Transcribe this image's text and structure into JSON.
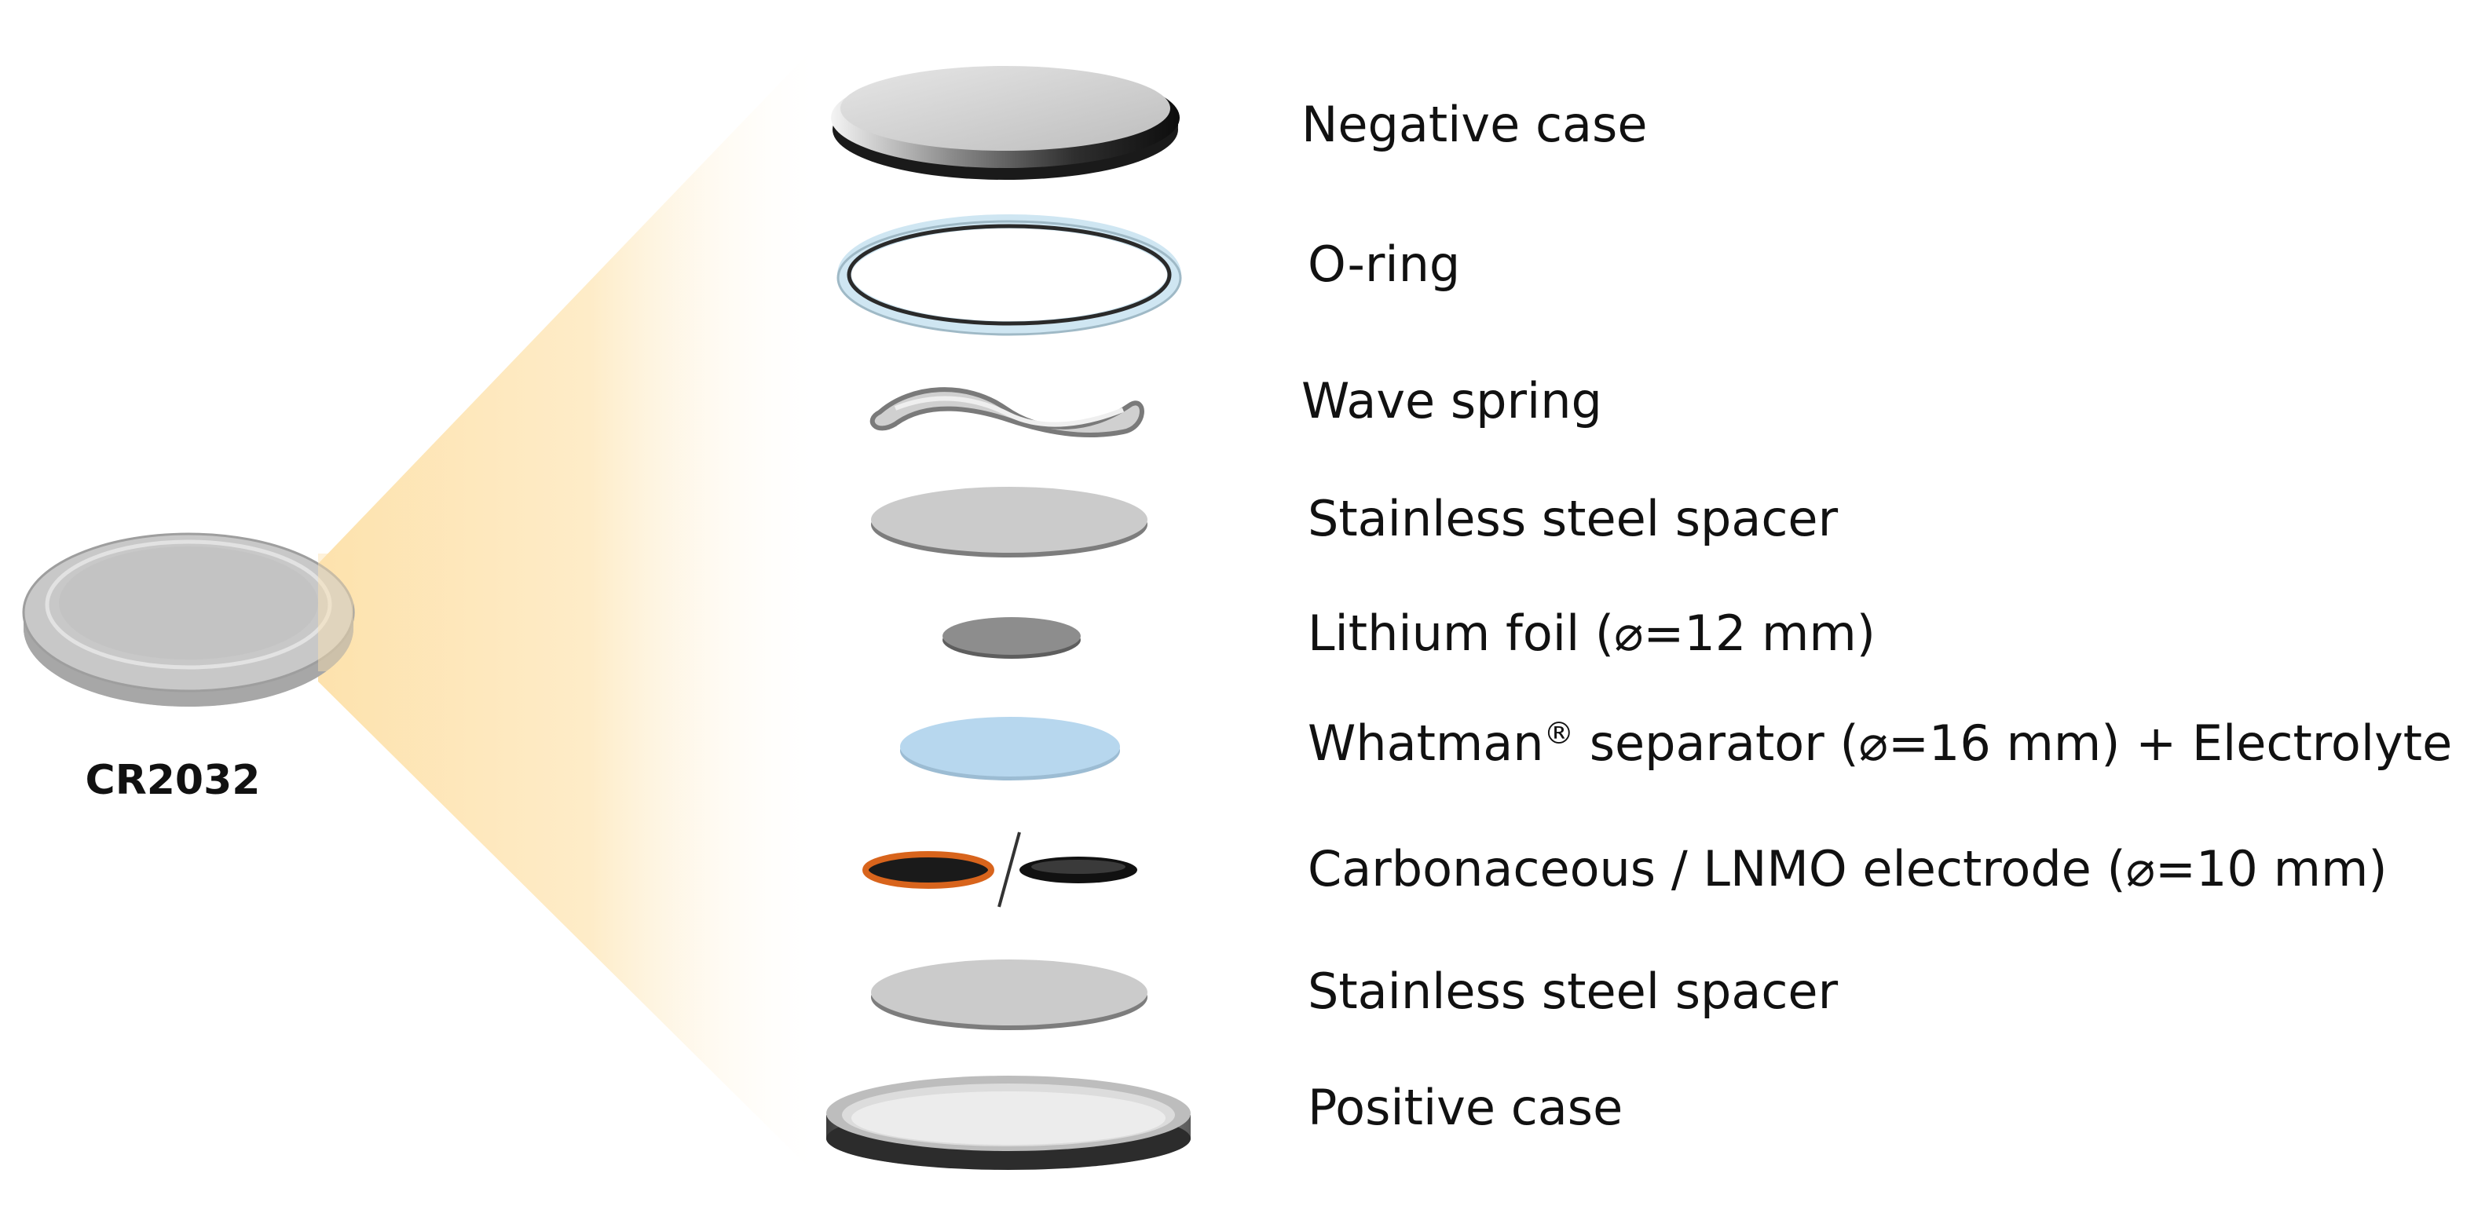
{
  "cell": {
    "name": "CR2032"
  },
  "components": [
    {
      "id": "negative-case",
      "label": "Negative case"
    },
    {
      "id": "o-ring",
      "label": "O-ring"
    },
    {
      "id": "wave-spring",
      "label": "Wave spring"
    },
    {
      "id": "spacer-top",
      "label": "Stainless steel spacer"
    },
    {
      "id": "lithium-foil",
      "label": "Lithium foil (⌀=12 mm)"
    },
    {
      "id": "separator",
      "label_prefix": "Whatman",
      "label_mark": "®",
      "label_suffix": " separator (⌀=16 mm) + Electrolyte"
    },
    {
      "id": "electrode",
      "label": "Carbonaceous / LNMO electrode (⌀=10 mm)"
    },
    {
      "id": "spacer-bottom",
      "label": "Stainless steel spacer"
    },
    {
      "id": "positive-case",
      "label": "Positive case"
    }
  ],
  "colors": {
    "beam": "#fde3b0",
    "metal": "#c9c9c9",
    "lithium": "#8c8c8c",
    "separator": "#b7d7ee",
    "electrode_orange": "#d8641c",
    "electrode_black": "#111111",
    "o_ring": "#cfe6f2"
  }
}
